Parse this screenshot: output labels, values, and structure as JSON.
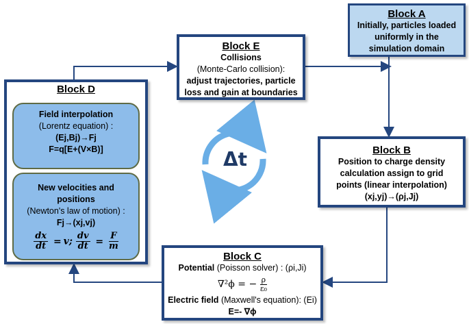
{
  "block_a": {
    "title": "Block A",
    "lines": [
      "Initially, particles loaded",
      "uniformly in the",
      "simulation domain"
    ]
  },
  "block_e": {
    "title": "Block E",
    "line1": "Collisions",
    "line2": "(Monte-Carlo collision):",
    "line3": "adjust trajectories, particle",
    "line4": "loss and gain at boundaries"
  },
  "block_b": {
    "title": "Block B",
    "lines": [
      "Position to charge density",
      "calculation assign to grid",
      "points (linear interpolation)"
    ],
    "formula": "(xj,yj)→(ρj,Jj)"
  },
  "block_c": {
    "title": "Block C",
    "potential_label": "Potential",
    "potential_desc": "(Poisson solver) : (ρi,Ji)",
    "poisson_lhs": "∇²ϕ = −",
    "poisson_num": "ρ",
    "poisson_den": "ε₀",
    "field_label": "Electric field",
    "field_desc": "(Maxwell's equation): (Ei)",
    "field_eq": "E=- ∇ϕ"
  },
  "block_d": {
    "title": "Block D",
    "field_interp": {
      "heading": "Field interpolation",
      "eq_name": "(Lorentz equation) :",
      "map": "(Ej,Bj)→Fj",
      "force": "F=q[E+(V×B)]"
    },
    "new_vel": {
      "heading1": "New velocities and",
      "heading2": "positions",
      "law": "(Newton's law of motion) :",
      "map": "Fj→(xj,vj)",
      "dx_num": "dx",
      "dx_den": "dt",
      "v": "v;",
      "dv_num": "dv",
      "dv_den": "dt",
      "F_num": "F",
      "F_den": "m"
    }
  },
  "center": {
    "label": "Δt"
  },
  "colors": {
    "border": "#24467f",
    "light_fill": "#bcd8f0",
    "inner_fill": "#8dbcea",
    "cycle": "#6aaee6"
  }
}
